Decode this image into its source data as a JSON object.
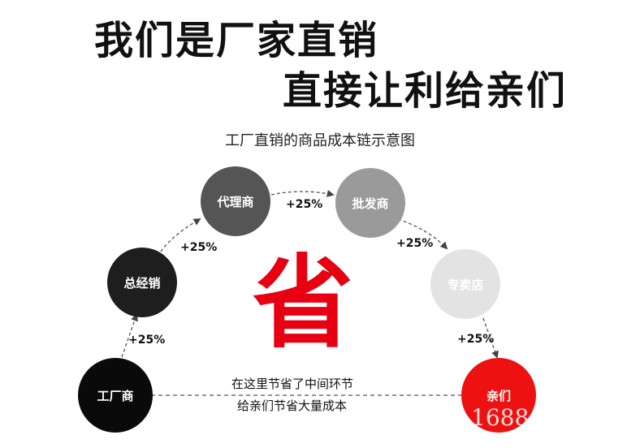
{
  "headline": {
    "line1": "我们是厂家直销",
    "line2": "直接让利给亲们"
  },
  "subtitle": "工厂直销的商品成本链示意图",
  "nodes": [
    {
      "id": "factory",
      "label": "工厂商",
      "fill": "#0a0a0a",
      "text_color": "#ffffff"
    },
    {
      "id": "distributor",
      "label": "总经销",
      "fill": "#1e1e1e",
      "text_color": "#ffffff"
    },
    {
      "id": "agent",
      "label": "代理商",
      "fill": "#555555",
      "text_color": "#ffffff"
    },
    {
      "id": "wholesaler",
      "label": "批发商",
      "fill": "#9a9a9a",
      "text_color": "#ffffff"
    },
    {
      "id": "retailer",
      "label": "专卖店",
      "fill": "#e3e3e3",
      "text_color": "#ffffff"
    },
    {
      "id": "customer",
      "label": "亲们",
      "fill": "#ee1111",
      "text_color": "#ffffff"
    }
  ],
  "markups": [
    "+25%",
    "+25%",
    "+25%",
    "+25%",
    "+25%"
  ],
  "center_char": "省",
  "center_color": "#e60012",
  "note": {
    "line1": "在这里节省了中间环节",
    "line2": "给亲们节省大量成本"
  },
  "watermark": "1688"
}
